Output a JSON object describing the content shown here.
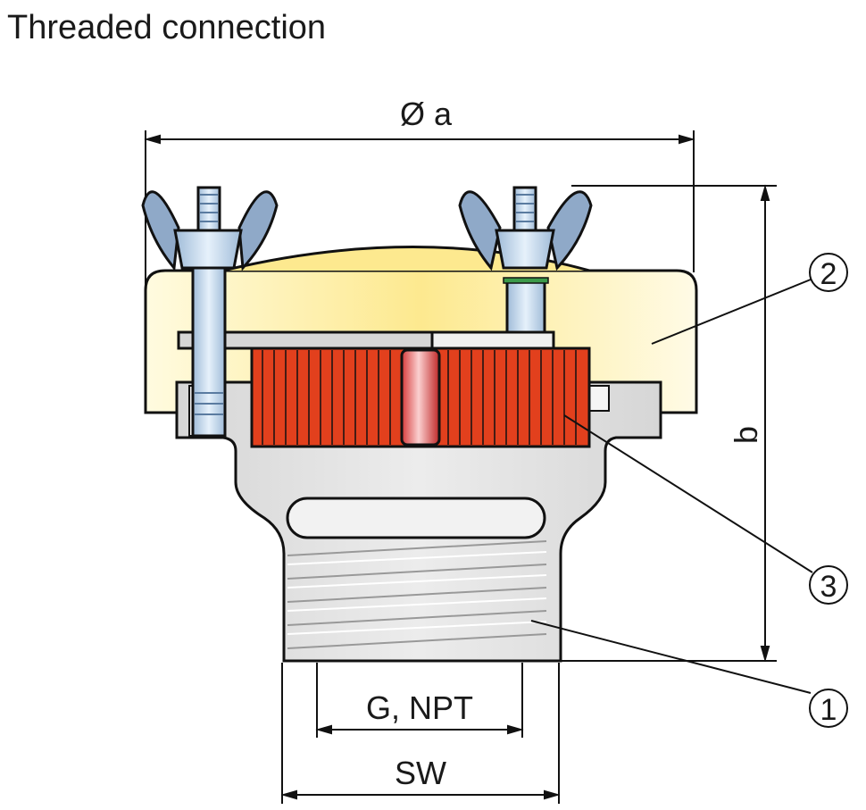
{
  "title": "Threaded connection",
  "dimensions": {
    "diameter": "Ø a",
    "height": "b",
    "thread": "G, NPT",
    "wrench": "SW"
  },
  "callouts": [
    "1",
    "2",
    "3"
  ],
  "colors": {
    "cover": "#fdeea0",
    "filter": "#e2401d",
    "housing": "#dcdcdc",
    "wing_nut": "#8fa9c8",
    "bolt": "#c7dcef",
    "outline": "#111111"
  }
}
